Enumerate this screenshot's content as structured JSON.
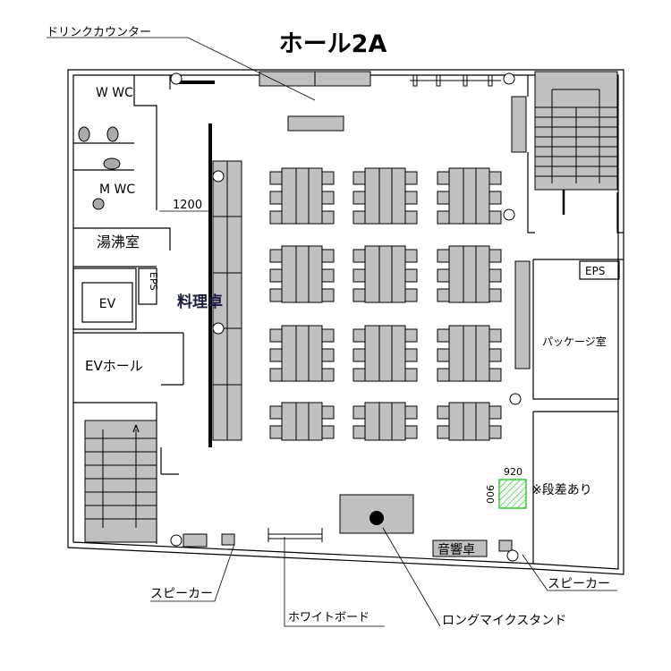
{
  "title": "ホール2A",
  "rooms": {
    "w_wc": "W WC",
    "m_wc": "M WC",
    "kitchenette": "湯沸室",
    "ev": "EV",
    "eps_left": "EPS",
    "ev_hall": "EVホール",
    "eps_right": "EPS",
    "package_room": "パッケージ室"
  },
  "labels": {
    "cooking_table": "料理卓",
    "sound_desk": "音響卓",
    "door_width": "1200",
    "step_width": "920",
    "step_depth": "900",
    "step_note": "※段差あり"
  },
  "callouts": {
    "drink_counter": "ドリンクカウンター",
    "speaker_left": "スピーカー",
    "speaker_right": "スピーカー",
    "whiteboard": "ホワイトボード",
    "mic_stand": "ロングマイクスタンド"
  },
  "colors": {
    "furniture": "#c0c0c0",
    "step_area": "#33cc33"
  }
}
